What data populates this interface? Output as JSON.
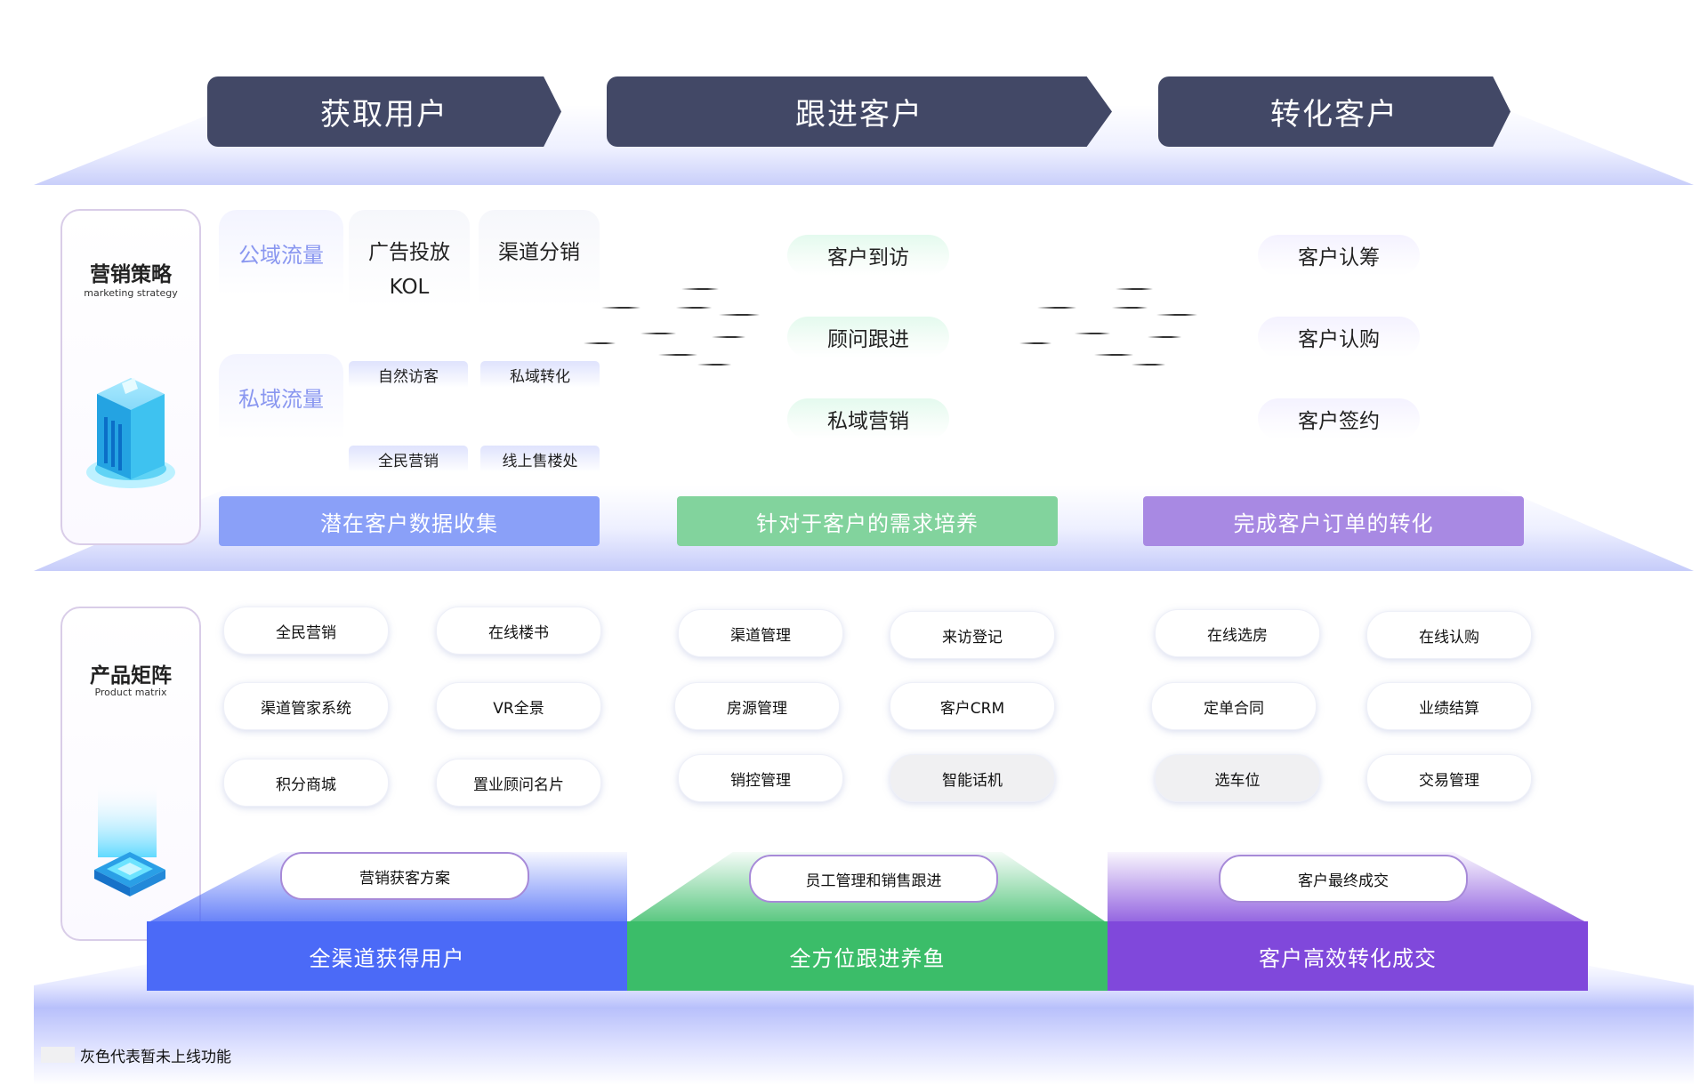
{
  "stages": [
    "获取用户",
    "跟进客户",
    "转化客户"
  ],
  "marketing": {
    "title": "营销策略",
    "subtitle": "marketing strategy",
    "public_label": "公域流量",
    "private_label": "私域流量",
    "ad_label": "广告投放",
    "kol_label": "KOL",
    "channel_label": "渠道分销",
    "private_items": [
      "自然访客",
      "私域转化",
      "全民营销",
      "线上售楼处"
    ],
    "follow_items": [
      "客户到访",
      "顾问跟进",
      "私域营销"
    ],
    "convert_items": [
      "客户认筹",
      "客户认购",
      "客户签约"
    ],
    "summaries": [
      "潜在客户数据收集",
      "针对于客户的需求培养",
      "完成客户订单的转化"
    ]
  },
  "products": {
    "title": "产品矩阵",
    "subtitle": "Product matrix",
    "col1": [
      "全民营销",
      "在线楼书",
      "渠道管家系统",
      "VR全景",
      "积分商城",
      "置业顾问名片"
    ],
    "col2": [
      "渠道管理",
      "来访登记",
      "房源管理",
      "客户CRM",
      "销控管理",
      "智能话机"
    ],
    "col3": [
      "在线选房",
      "在线认购",
      "定单合同",
      "业绩结算",
      "选车位",
      "交易管理"
    ],
    "gray_items": [
      "智能话机",
      "选车位"
    ],
    "capabilities": [
      "营销获客方案",
      "员工管理和销售跟进",
      "客户最终成交"
    ],
    "bases": [
      "全渠道获得用户",
      "全方位跟进养鱼",
      "客户高效转化成交"
    ]
  },
  "legend": {
    "text": "灰色代表暂未上线功能"
  },
  "colors": {
    "banner": "#424866",
    "blue": "#4b6af7",
    "green": "#3bbd69",
    "purple": "#8048db",
    "summary_blue": "#8aa0f8",
    "summary_green": "#82d39d",
    "summary_purple": "#a889e3"
  }
}
